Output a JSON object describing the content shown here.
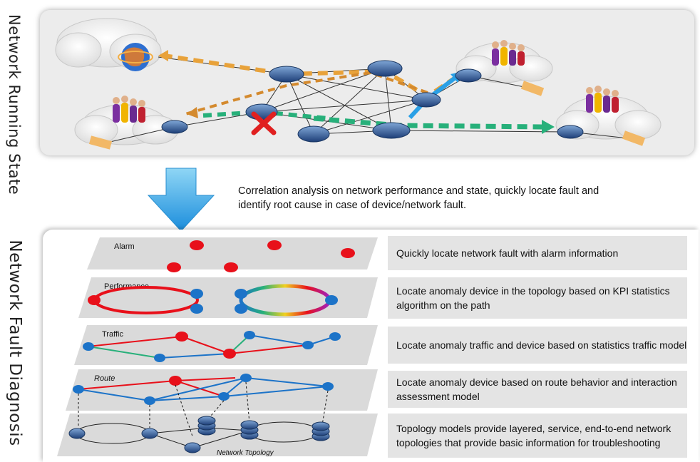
{
  "labels": {
    "running_state": "Network Running State",
    "fault_diagnosis": "Network Fault Diagnosis"
  },
  "correlation_text": "Correlation analysis on network performance and state, quickly locate fault and identify root cause in case of device/network fault.",
  "layers": {
    "alarm": "Alarm",
    "performance": "Performance",
    "traffic": "Traffic",
    "route": "Route",
    "topology": "Network Topology"
  },
  "descriptions": [
    "Quickly locate network fault with alarm information",
    "Locate anomaly device in the topology based on KPI statistics algorithm on the path",
    "Locate anomaly traffic and device based on statistics traffic model",
    "Locate anomaly device based on route behavior and interaction assessment model",
    "Topology models provide layered, service, end-to-end network topologies that provide basic information for troubleshooting"
  ],
  "colors": {
    "alarm_red": "#e8101a",
    "node_blue": "#1c73c8",
    "path_green": "#27b07a",
    "path_orange": "#e8a23a",
    "arrow_blue": "#2aa0e6",
    "fault_red": "#e02020"
  }
}
